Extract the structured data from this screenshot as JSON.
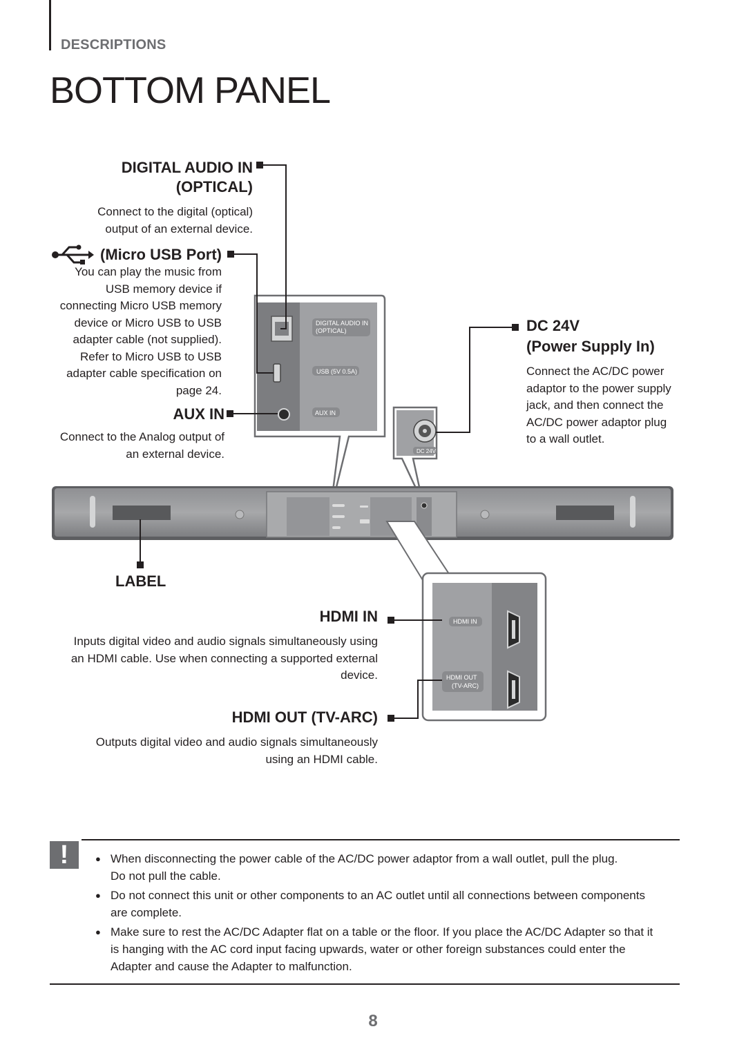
{
  "header": {
    "section": "DESCRIPTIONS",
    "title": "BOTTOM PANEL"
  },
  "callouts": {
    "optical": {
      "title_line1": "DIGITAL AUDIO IN",
      "title_line2": "(OPTICAL)",
      "desc_line1": "Connect to the digital (optical)",
      "desc_line2": "output of an external device."
    },
    "usb": {
      "title": "(Micro USB Port)",
      "icon": "usb-icon",
      "desc": [
        "You can play the music from",
        "USB memory device if",
        "connecting Micro USB memory",
        "device or Micro USB to USB",
        "adapter cable (not supplied).",
        "Refer to Micro USB to USB",
        "adapter cable specification on",
        "page 24."
      ]
    },
    "aux": {
      "title": "AUX IN",
      "desc_line1": "Connect to the Analog output of",
      "desc_line2": "an external device."
    },
    "dc": {
      "title_line1": "DC 24V",
      "title_line2": "(Power Supply In)",
      "desc": [
        "Connect the AC/DC power",
        "adaptor to the power supply",
        "jack, and then connect the",
        "AC/DC power adaptor plug",
        "to a wall outlet."
      ]
    },
    "label": {
      "title": "LABEL"
    },
    "hdmi_in": {
      "title": "HDMI IN",
      "desc": [
        "Inputs digital video and audio signals simultaneously using",
        "an HDMI cable. Use when connecting a supported external",
        "device."
      ]
    },
    "hdmi_out": {
      "title": "HDMI OUT (TV-ARC)",
      "desc": [
        "Outputs digital video and audio signals simultaneously",
        "using an HDMI cable."
      ]
    }
  },
  "panel_labels": {
    "optical_1": "DIGITAL AUDIO IN",
    "optical_2": "(OPTICAL)",
    "usb": "USB (5V 0.5A)",
    "aux": "AUX IN",
    "dc": "DC 24V",
    "hdmi_in": "HDMI IN",
    "hdmi_out_1": "HDMI OUT",
    "hdmi_out_2": "(TV-ARC)"
  },
  "caution": {
    "icon_symbol": "!",
    "notes": [
      [
        "When disconnecting the power cable of the AC/DC power adaptor from a wall outlet, pull the plug.",
        "Do not pull the cable."
      ],
      [
        "Do not connect this unit or other components to an AC outlet until all connections between components",
        "are complete."
      ],
      [
        "Make sure to rest the AC/DC Adapter flat on a table or the floor. If you place the AC/DC Adapter so that it",
        "is hanging with the AC cord input facing upwards, water or other foreign substances could enter the",
        "Adapter and cause the Adapter to malfunction."
      ]
    ]
  },
  "page_number": "8"
}
